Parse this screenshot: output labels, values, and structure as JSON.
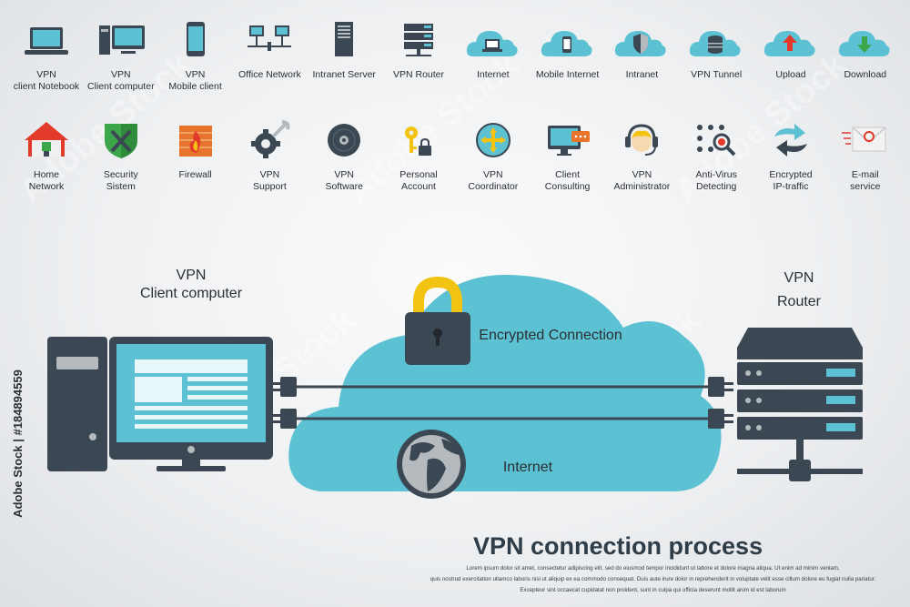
{
  "top_row": [
    {
      "id": "vpn-client-notebook",
      "label": "VPN\nclient Notebook",
      "icon": "notebook-icon"
    },
    {
      "id": "vpn-client-computer",
      "label": "VPN\nClient computer",
      "icon": "desktop-computer-icon"
    },
    {
      "id": "vpn-mobile-client",
      "label": "VPN\nMobile client",
      "icon": "smartphone-icon"
    },
    {
      "id": "office-network",
      "label": "Office Network",
      "icon": "office-network-icon"
    },
    {
      "id": "intranet-server",
      "label": "Intranet Server",
      "icon": "server-tower-icon"
    },
    {
      "id": "vpn-router",
      "label": "VPN Router",
      "icon": "rack-router-icon"
    },
    {
      "id": "internet",
      "label": "Internet",
      "icon": "cloud-laptop-icon"
    },
    {
      "id": "mobile-internet",
      "label": "Mobile Internet",
      "icon": "cloud-phone-icon"
    },
    {
      "id": "intranet",
      "label": "Intranet",
      "icon": "cloud-shield-icon"
    },
    {
      "id": "vpn-tunnel",
      "label": "VPN Tunnel",
      "icon": "cloud-database-icon"
    },
    {
      "id": "upload",
      "label": "Upload",
      "icon": "cloud-upload-icon"
    },
    {
      "id": "download",
      "label": "Download",
      "icon": "cloud-download-icon"
    }
  ],
  "bottom_row": [
    {
      "id": "home-network",
      "label": "Home\nNetwork",
      "icon": "house-icon"
    },
    {
      "id": "security-sistem",
      "label": "Security\nSistem",
      "icon": "shield-swords-icon"
    },
    {
      "id": "firewall",
      "label": "Firewall",
      "icon": "firewall-icon"
    },
    {
      "id": "vpn-support",
      "label": "VPN\nSupport",
      "icon": "gear-wrench-icon"
    },
    {
      "id": "vpn-software",
      "label": "VPN\nSoftware",
      "icon": "disc-icon"
    },
    {
      "id": "personal-account",
      "label": "Personal\nAccount",
      "icon": "key-lock-icon"
    },
    {
      "id": "vpn-coordinator",
      "label": "VPN\nCoordinator",
      "icon": "coordinator-arrows-icon"
    },
    {
      "id": "client-consulting",
      "label": "Client\nConsulting",
      "icon": "monitor-chat-icon"
    },
    {
      "id": "vpn-administrator",
      "label": "VPN\nAdministrator",
      "icon": "headset-person-icon"
    },
    {
      "id": "anti-virus-detecting",
      "label": "Anti-Virus\nDetecting",
      "icon": "virus-magnifier-icon"
    },
    {
      "id": "encrypted-ip-traffic",
      "label": "Encrypted\nIP-traffic",
      "icon": "exchange-arrows-icon"
    },
    {
      "id": "email-service",
      "label": "E-mail\nservice",
      "icon": "envelope-icon"
    }
  ],
  "diagram": {
    "client_label": "VPN\nClient computer",
    "router_label": "VPN\nRouter",
    "encrypted_label": "Encrypted Connection",
    "internet_label": "Internet"
  },
  "title": "VPN connection process",
  "lorem": [
    "Lorem ipsum dolor sit amet, consectetur adipiscing elit, sed do eiusmod tempor incididunt ut labore et dolore magna aliqua. Ut enim ad minim veniam,",
    "quis nostrud exercitation ullamco laboris nisi ut aliquip ex ea commodo consequat. Duis aute irure dolor in reprehenderit in voluptate velit esse cillum dolore eu fugiat nulla pariatur.",
    "Excepteur sint occaecat cupidatat non proident, sunt in culpa qui officia deserunt mollit anim id est laborum"
  ],
  "side_text": "Adobe Stock | #184894559",
  "watermark": "Adobe Stock",
  "colors": {
    "cloud": "#5bc1d3",
    "dark": "#3b4752",
    "screen": "#5bc1d3",
    "lock": "#f2c311",
    "accent": "#e23a2b"
  }
}
